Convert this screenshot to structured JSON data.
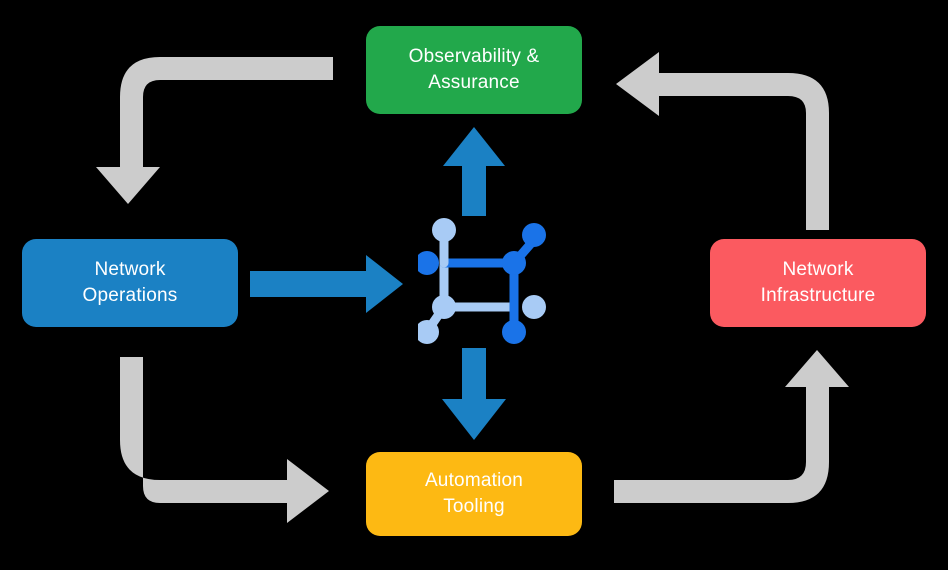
{
  "diagram": {
    "title": "Network lifecycle cycle diagram",
    "background_color": "#000000",
    "center_icon": {
      "name": "network-topology-icon",
      "primary_color": "#1A73E8",
      "secondary_color": "#A8CBF5"
    },
    "nodes": [
      {
        "id": "observability",
        "label": "Observability &\nAssurance",
        "color": "#22A84B",
        "position": "top"
      },
      {
        "id": "operations",
        "label": "Network\nOperations",
        "color": "#1B81C4",
        "position": "left"
      },
      {
        "id": "infrastructure",
        "label": "Network\nInfrastructure",
        "color": "#FB5A60",
        "position": "right"
      },
      {
        "id": "automation",
        "label": "Automation\nTooling",
        "color": "#FDB913",
        "position": "bottom"
      }
    ],
    "arrows": {
      "accent_color": "#1B81C4",
      "flow_color": "#CCCCCC",
      "inner": [
        {
          "id": "center-to-observability",
          "direction": "up"
        },
        {
          "id": "operations-to-center",
          "direction": "right"
        },
        {
          "id": "center-to-automation",
          "direction": "down"
        }
      ],
      "outer": [
        {
          "id": "observability-to-operations",
          "direction": "left-then-down"
        },
        {
          "id": "operations-to-automation",
          "direction": "down-then-right"
        },
        {
          "id": "automation-to-infrastructure",
          "direction": "right-then-up"
        },
        {
          "id": "infrastructure-to-observability",
          "direction": "up-then-left"
        }
      ]
    }
  }
}
